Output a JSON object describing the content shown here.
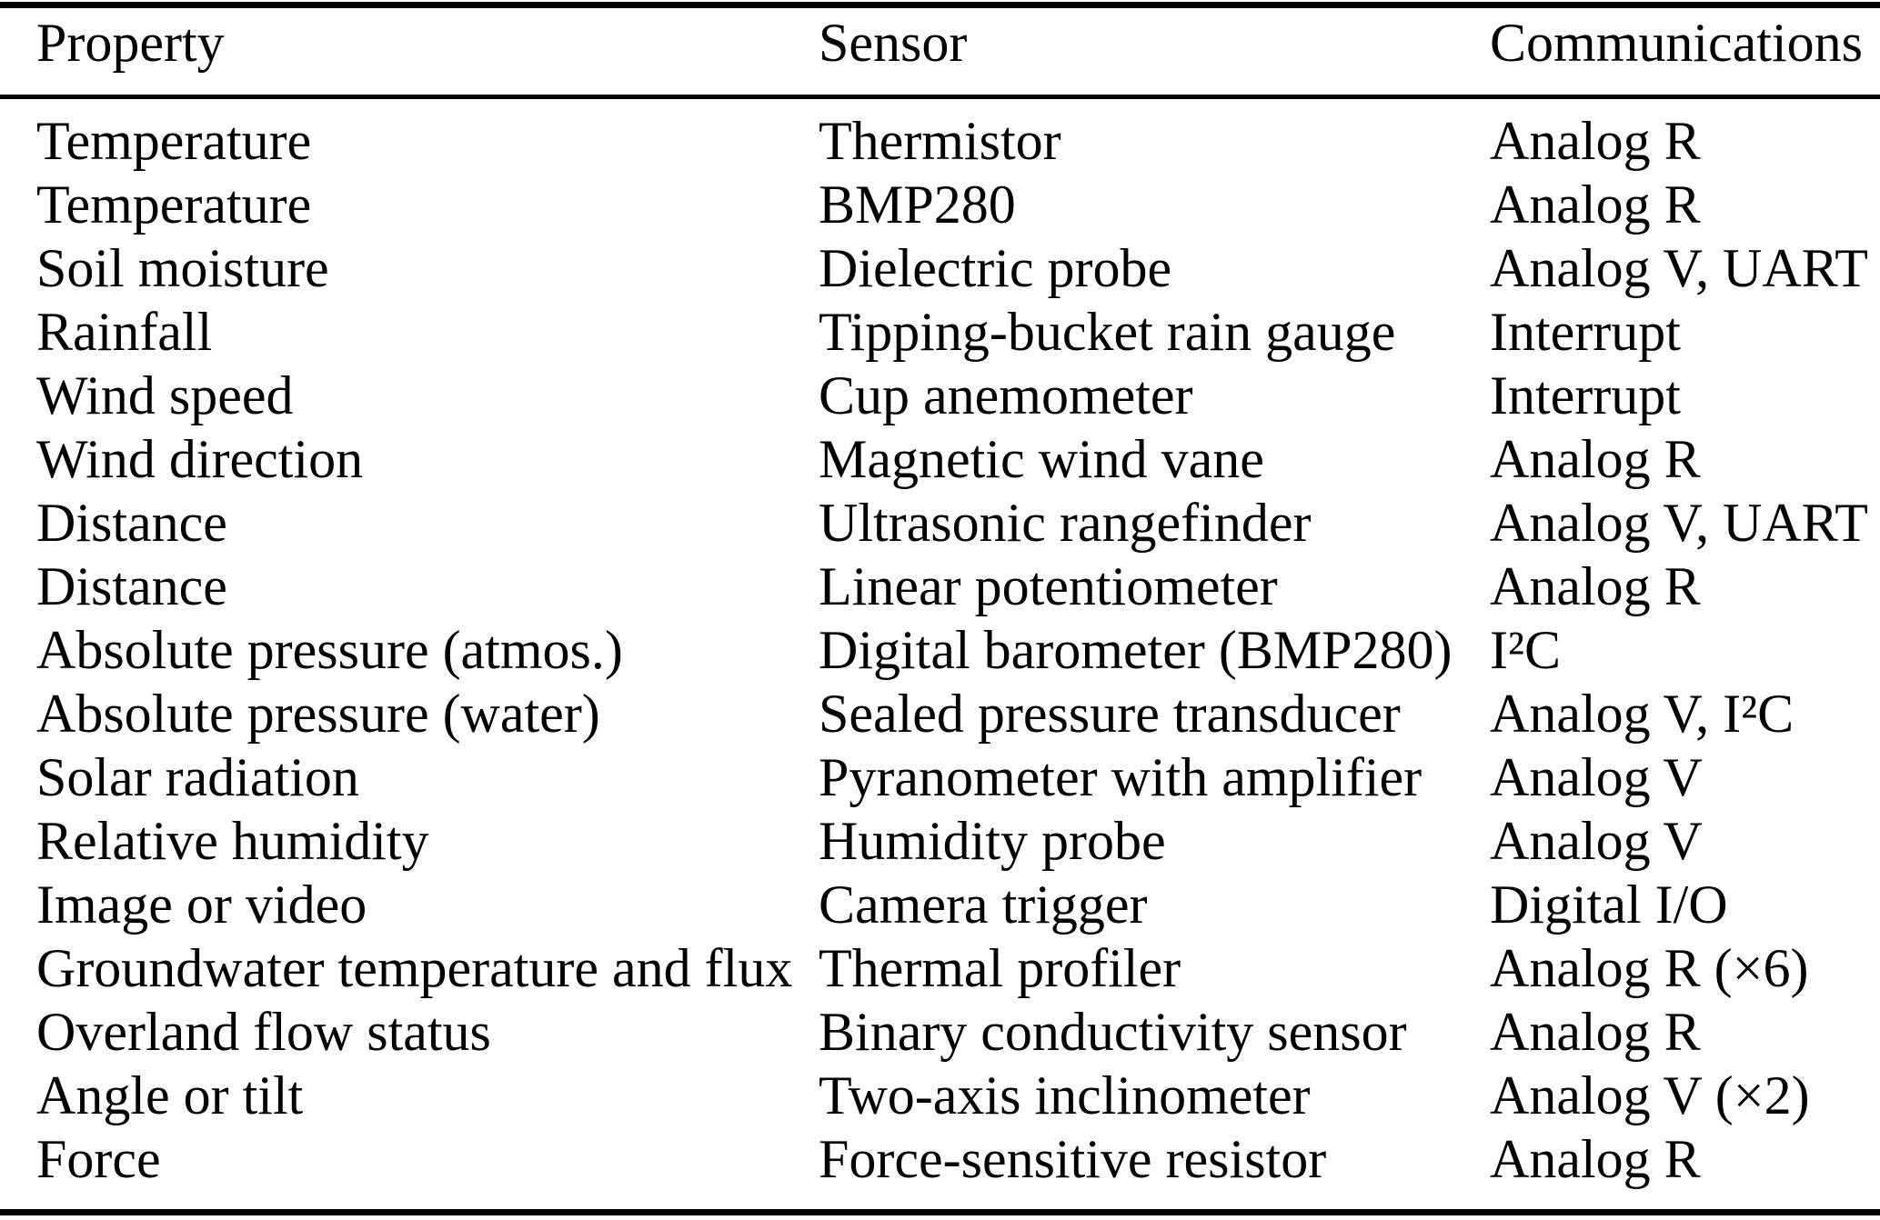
{
  "colors": {
    "text": "#000000",
    "background": "#ffffff"
  },
  "table": {
    "columns": [
      "Property",
      "Sensor",
      "Communications"
    ],
    "rows": [
      {
        "property": "Temperature",
        "sensor": "Thermistor",
        "communications": "Analog R"
      },
      {
        "property": "Temperature",
        "sensor": "BMP280",
        "communications": "Analog R"
      },
      {
        "property": "Soil moisture",
        "sensor": "Dielectric probe",
        "communications": "Analog V, UART"
      },
      {
        "property": "Rainfall",
        "sensor": "Tipping-bucket rain gauge",
        "communications": "Interrupt"
      },
      {
        "property": "Wind speed",
        "sensor": "Cup anemometer",
        "communications": "Interrupt"
      },
      {
        "property": "Wind direction",
        "sensor": "Magnetic wind vane",
        "communications": "Analog R"
      },
      {
        "property": "Distance",
        "sensor": "Ultrasonic rangefinder",
        "communications": "Analog V, UART"
      },
      {
        "property": "Distance",
        "sensor": "Linear potentiometer",
        "communications": "Analog R"
      },
      {
        "property": "Absolute pressure (atmos.)",
        "sensor": "Digital barometer (BMP280)",
        "communications": "I²C"
      },
      {
        "property": "Absolute pressure (water)",
        "sensor": "Sealed pressure transducer",
        "communications": "Analog V, I²C"
      },
      {
        "property": "Solar radiation",
        "sensor": "Pyranometer with amplifier",
        "communications": "Analog V"
      },
      {
        "property": "Relative humidity",
        "sensor": "Humidity probe",
        "communications": "Analog V"
      },
      {
        "property": "Image or video",
        "sensor": "Camera trigger",
        "communications": "Digital I/O"
      },
      {
        "property": "Groundwater temperature and flux",
        "sensor": "Thermal profiler",
        "communications": "Analog R (×6)"
      },
      {
        "property": "Overland flow status",
        "sensor": "Binary conductivity sensor",
        "communications": "Analog R"
      },
      {
        "property": "Angle or tilt",
        "sensor": "Two-axis inclinometer",
        "communications": "Analog V (×2)"
      },
      {
        "property": "Force",
        "sensor": "Force-sensitive resistor",
        "communications": "Analog R"
      }
    ]
  }
}
